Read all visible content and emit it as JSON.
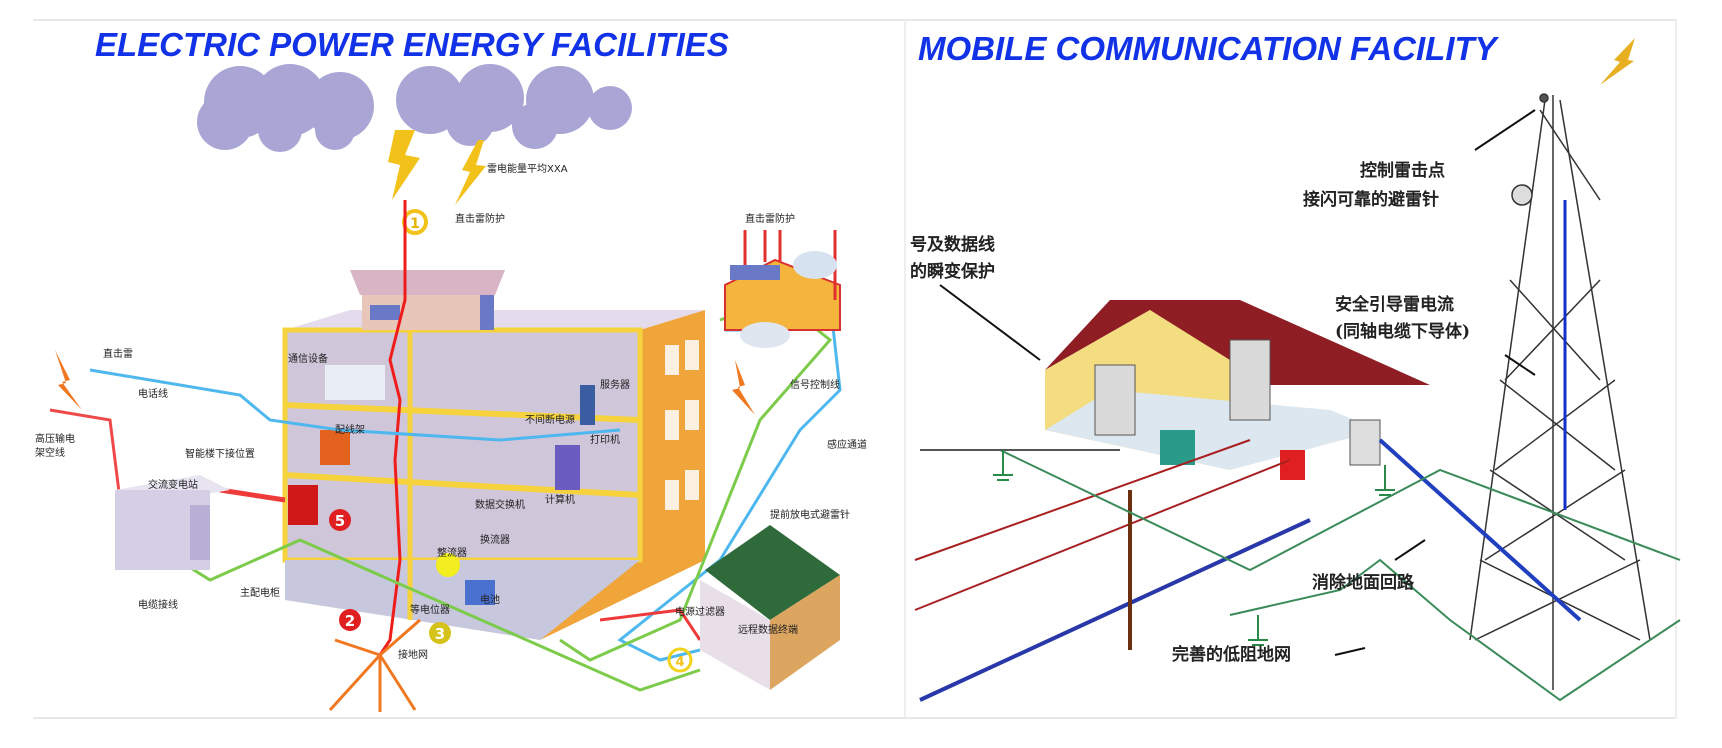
{
  "left_panel": {
    "title": "ELECTRIC POWER ENERGY FACILITIES",
    "labels": {
      "lightning_energy": "雷电能量平均XXA",
      "direct_strike_protection": "直击雷防护",
      "factory_direct_strike_protection": "直击雷防护",
      "direct_strike": "直击雷",
      "telephone_line": "电话线",
      "overhead_line_1": "高压输电",
      "overhead_line_2": "架空线",
      "smart_building_position": "智能楼下接位置",
      "ac_substation": "交流变电站",
      "cable_junction": "电缆接线",
      "main_distribution": "主配电柜",
      "comm_equipment": "通信设备",
      "patch_panel": "配线架",
      "server": "服务器",
      "ups": "不间断电源",
      "printer": "打印机",
      "computer": "计算机",
      "data_switch": "数据交换机",
      "converter": "换流器",
      "rectifier": "整流器",
      "battery": "电池",
      "equipotential": "等电位器",
      "ground_grid": "接地网",
      "signal_control_line": "信号控制线",
      "induction_channel": "感应通道",
      "early_streamer_rod": "提前放电式避雷针",
      "remote_terminal": "远程数据终端",
      "power_filter": "电源过滤器"
    },
    "markers": [
      "1",
      "2",
      "3",
      "4",
      "5"
    ]
  },
  "right_panel": {
    "title": "MOBILE COMMUNICATION FACILITY",
    "labels": {
      "control_strike_point": "控制雷击点",
      "reliable_rod": "接闪可靠的避雷针",
      "signal_data_line": "号及数据线",
      "transient_protection": "的瞬变保护",
      "guide_current": "安全引导雷电流",
      "coax_conductor": "(同轴电缆下导体)",
      "eliminate_ground_loop": "消除地面回路",
      "low_resistance_grid": "完善的低阻地网"
    }
  },
  "colors": {
    "title": "#1232e8",
    "cloud": "#a9a6d6",
    "building": "#f0a53a",
    "lightning": "#f2c21b",
    "roof": "#8e1d24"
  }
}
